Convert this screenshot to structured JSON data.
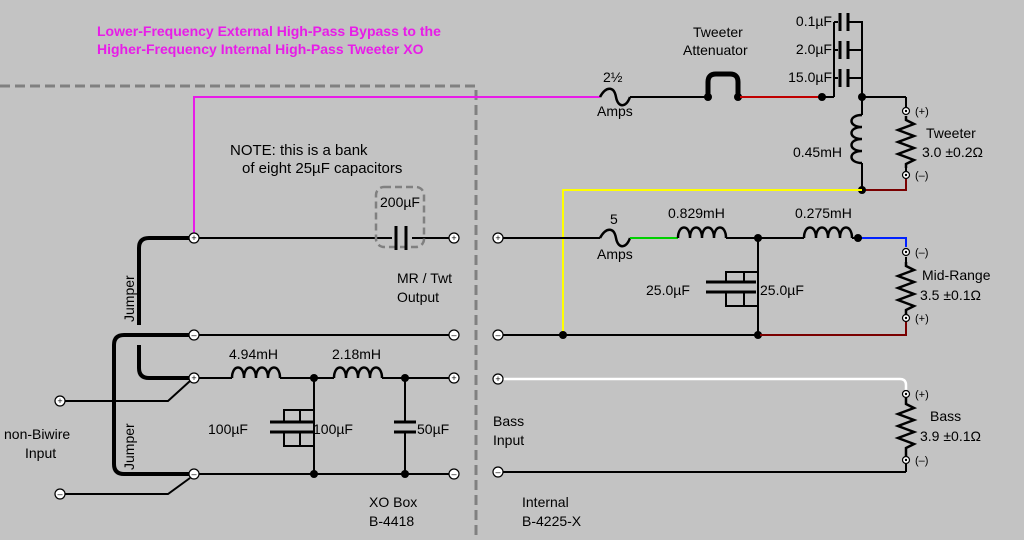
{
  "title": {
    "line1": "Lower-Frequency External High-Pass Bypass to the",
    "line2": "Higher-Frequency Internal High-Pass Tweeter XO"
  },
  "note": {
    "line1": "NOTE: this is a bank",
    "line2": "of eight 25µF capacitors"
  },
  "xo_box": {
    "bank_cap": "200µF",
    "inductor_1": "4.94mH",
    "inductor_2": "2.18mH",
    "cap_a": "100µF",
    "cap_b": "100µF",
    "cap_c": "50µF",
    "output_line1": "MR / Twt",
    "output_line2": "Output",
    "box_line1": "XO Box",
    "box_line2": "B-4418",
    "jumper": "Jumper"
  },
  "input": {
    "line1": "non-Biwire",
    "line2": "Input"
  },
  "tweeter": {
    "fuse_line1": "2½",
    "fuse_line2": "Amps",
    "attenuator_line1": "Tweeter",
    "attenuator_line2": "Attenuator",
    "caps": [
      "0.1µF",
      "2.0µF",
      "15.0µF"
    ],
    "inductor": "0.45mH",
    "name": "Tweeter",
    "impedance": "3.0 ±0.2Ω"
  },
  "midrange": {
    "fuse_line1": "5",
    "fuse_line2": "Amps",
    "inductor_1": "0.829mH",
    "inductor_2": "0.275mH",
    "cap_a": "25.0µF",
    "cap_b": "25.0µF",
    "name": "Mid-Range",
    "impedance": "3.5 ±0.1Ω"
  },
  "bass": {
    "input_line1": "Bass",
    "input_line2": "Input",
    "name": "Bass",
    "impedance": "3.9 ±0.1Ω"
  },
  "internal": {
    "line1": "Internal",
    "line2": "B-4225-X"
  },
  "polarity": {
    "plus": "(+)",
    "minus": "(–)",
    "term_plus": "+",
    "term_minus": "–"
  },
  "colors": {
    "bypass_wire": "#e81ce8",
    "red_wire": "#c00000",
    "darkred_wire": "#7a0000",
    "yellow_wire": "#ffff00",
    "green_wire": "#00d000",
    "blue_wire": "#0020ff",
    "white_wire": "#ffffff",
    "box_outline": "#808080"
  }
}
